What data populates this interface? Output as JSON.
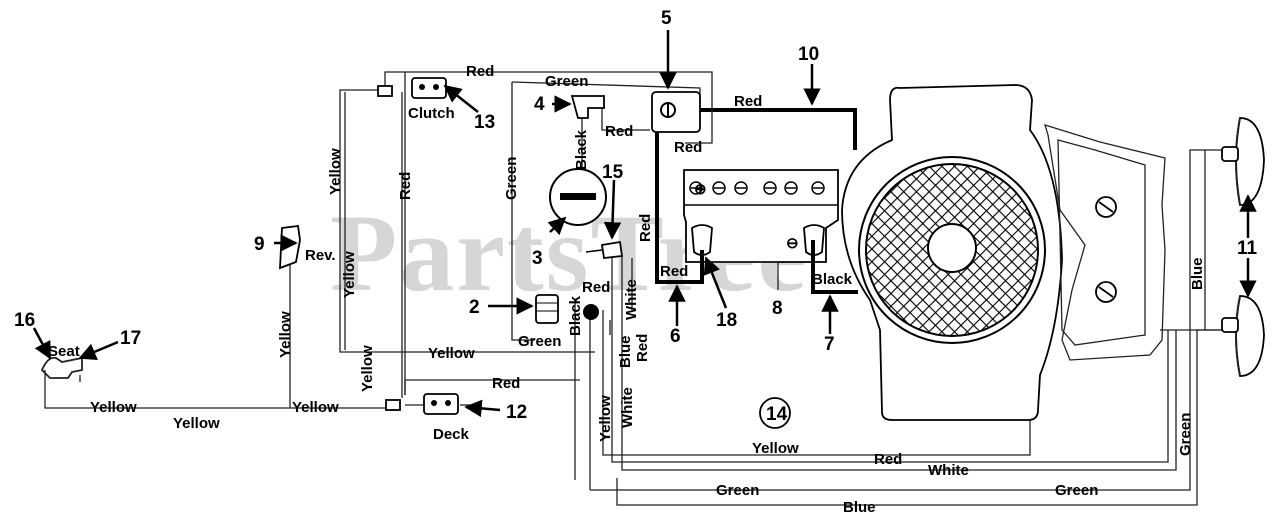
{
  "watermark": "PartsTree",
  "wire_labels": {
    "red_top": "Red",
    "green_top": "Green",
    "red_heavy": "Red",
    "red_sw1": "Red",
    "red_sw2": "Red",
    "black_v": "Black",
    "green_v": "Green",
    "yellow_v1": "Yellow",
    "red_v1": "Red",
    "yellow_v2": "Yellow",
    "yellow_rev": "Yellow",
    "yellow_v3": "Yellow",
    "red_v2": "Red",
    "red_batt": "Red",
    "black_batt": "Black",
    "yellow_h1": "Yellow",
    "green_h1": "Green",
    "black_s": "Black",
    "red_s": "Red",
    "white_s": "White",
    "blue_s": "Blue",
    "red_s2": "Red",
    "red_deck": "Red",
    "yellow_b1": "Yellow",
    "yellow_b2": "Yellow",
    "yellow_b3": "Yellow",
    "yellow_s2": "Yellow",
    "white_s2": "White",
    "yellow_bottom": "Yellow",
    "red_bottom": "Red",
    "white_bottom": "White",
    "green_bottom1": "Green",
    "green_bottom2": "Green",
    "blue_bottom": "Blue",
    "blue_right": "Blue",
    "green_right": "Green"
  },
  "component_labels": {
    "clutch": "Clutch",
    "rev": "Rev.",
    "seat": "Seat",
    "deck": "Deck"
  },
  "callouts": {
    "n2": "2",
    "n3": "3",
    "n4": "4",
    "n5": "5",
    "n6": "6",
    "n7": "7",
    "n8": "8",
    "n9": "9",
    "n10": "10",
    "n11": "11",
    "n12": "12",
    "n13": "13",
    "n14": "14",
    "n15": "15",
    "n16": "16",
    "n17": "17",
    "n18": "18"
  },
  "battery_symbols": {
    "plus": "⊕",
    "minus": "⊖"
  }
}
